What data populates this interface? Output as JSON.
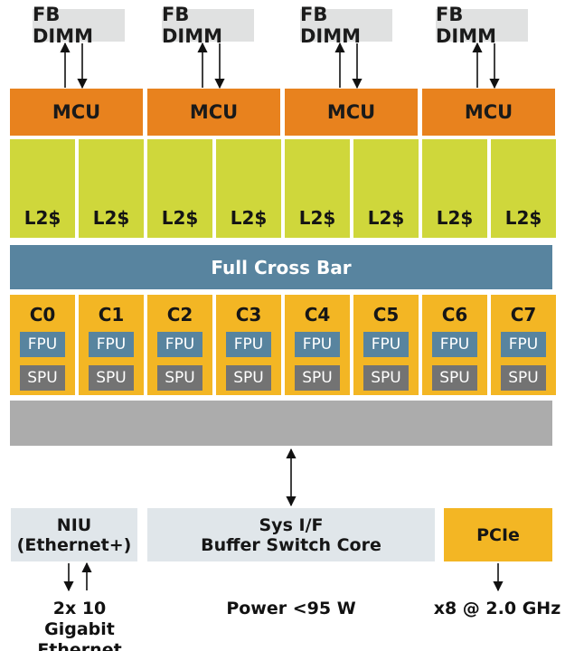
{
  "dimms": [
    "FB DIMM",
    "FB DIMM",
    "FB DIMM",
    "FB DIMM"
  ],
  "mcus": [
    "MCU",
    "MCU",
    "MCU",
    "MCU"
  ],
  "l2_caches": [
    "L2$",
    "L2$",
    "L2$",
    "L2$",
    "L2$",
    "L2$",
    "L2$",
    "L2$"
  ],
  "crossbar": "Full Cross Bar",
  "cores": [
    {
      "name": "C0",
      "fpu": "FPU",
      "spu": "SPU"
    },
    {
      "name": "C1",
      "fpu": "FPU",
      "spu": "SPU"
    },
    {
      "name": "C2",
      "fpu": "FPU",
      "spu": "SPU"
    },
    {
      "name": "C3",
      "fpu": "FPU",
      "spu": "SPU"
    },
    {
      "name": "C4",
      "fpu": "FPU",
      "spu": "SPU"
    },
    {
      "name": "C5",
      "fpu": "FPU",
      "spu": "SPU"
    },
    {
      "name": "C6",
      "fpu": "FPU",
      "spu": "SPU"
    },
    {
      "name": "C7",
      "fpu": "FPU",
      "spu": "SPU"
    }
  ],
  "niu": {
    "line1": "NIU",
    "line2": "(Ethernet+)"
  },
  "sys_if": {
    "line1": "Sys I/F",
    "line2": "Buffer Switch Core"
  },
  "pcie": "PCIe",
  "captions": {
    "ethernet_line1": "2x 10",
    "ethernet_line2": "Gigabit Ethernet",
    "power": "Power <95 W",
    "pcie_speed": "x8 @ 2.0 GHz"
  },
  "colors": {
    "mcu": "#e8821e",
    "l2": "#cfd73b",
    "crossbar": "#58849f",
    "core": "#f3b624",
    "fpu": "#58849f",
    "spu": "#737373",
    "dimm": "#e0e1e1",
    "io_box": "#e0e6ea"
  }
}
